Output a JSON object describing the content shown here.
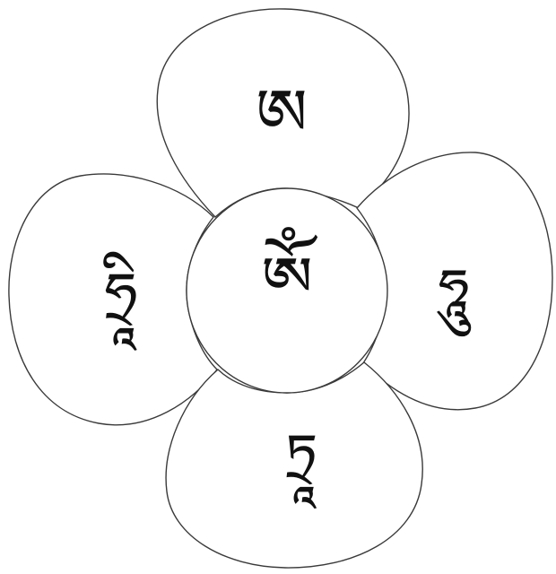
{
  "colors": {
    "ink": "#111111",
    "outline": "#3a3a3a",
    "background": "#ffffff"
  },
  "petals": {
    "top": {
      "syllable": "ཨ"
    },
    "right": {
      "syllable": "ཧཱུ"
    },
    "bottom": {
      "syllable": "ཏྲཱ"
    },
    "left": {
      "syllable": "ཧྲཱི"
    }
  },
  "center": {
    "syllable": "ཨོཾ"
  }
}
